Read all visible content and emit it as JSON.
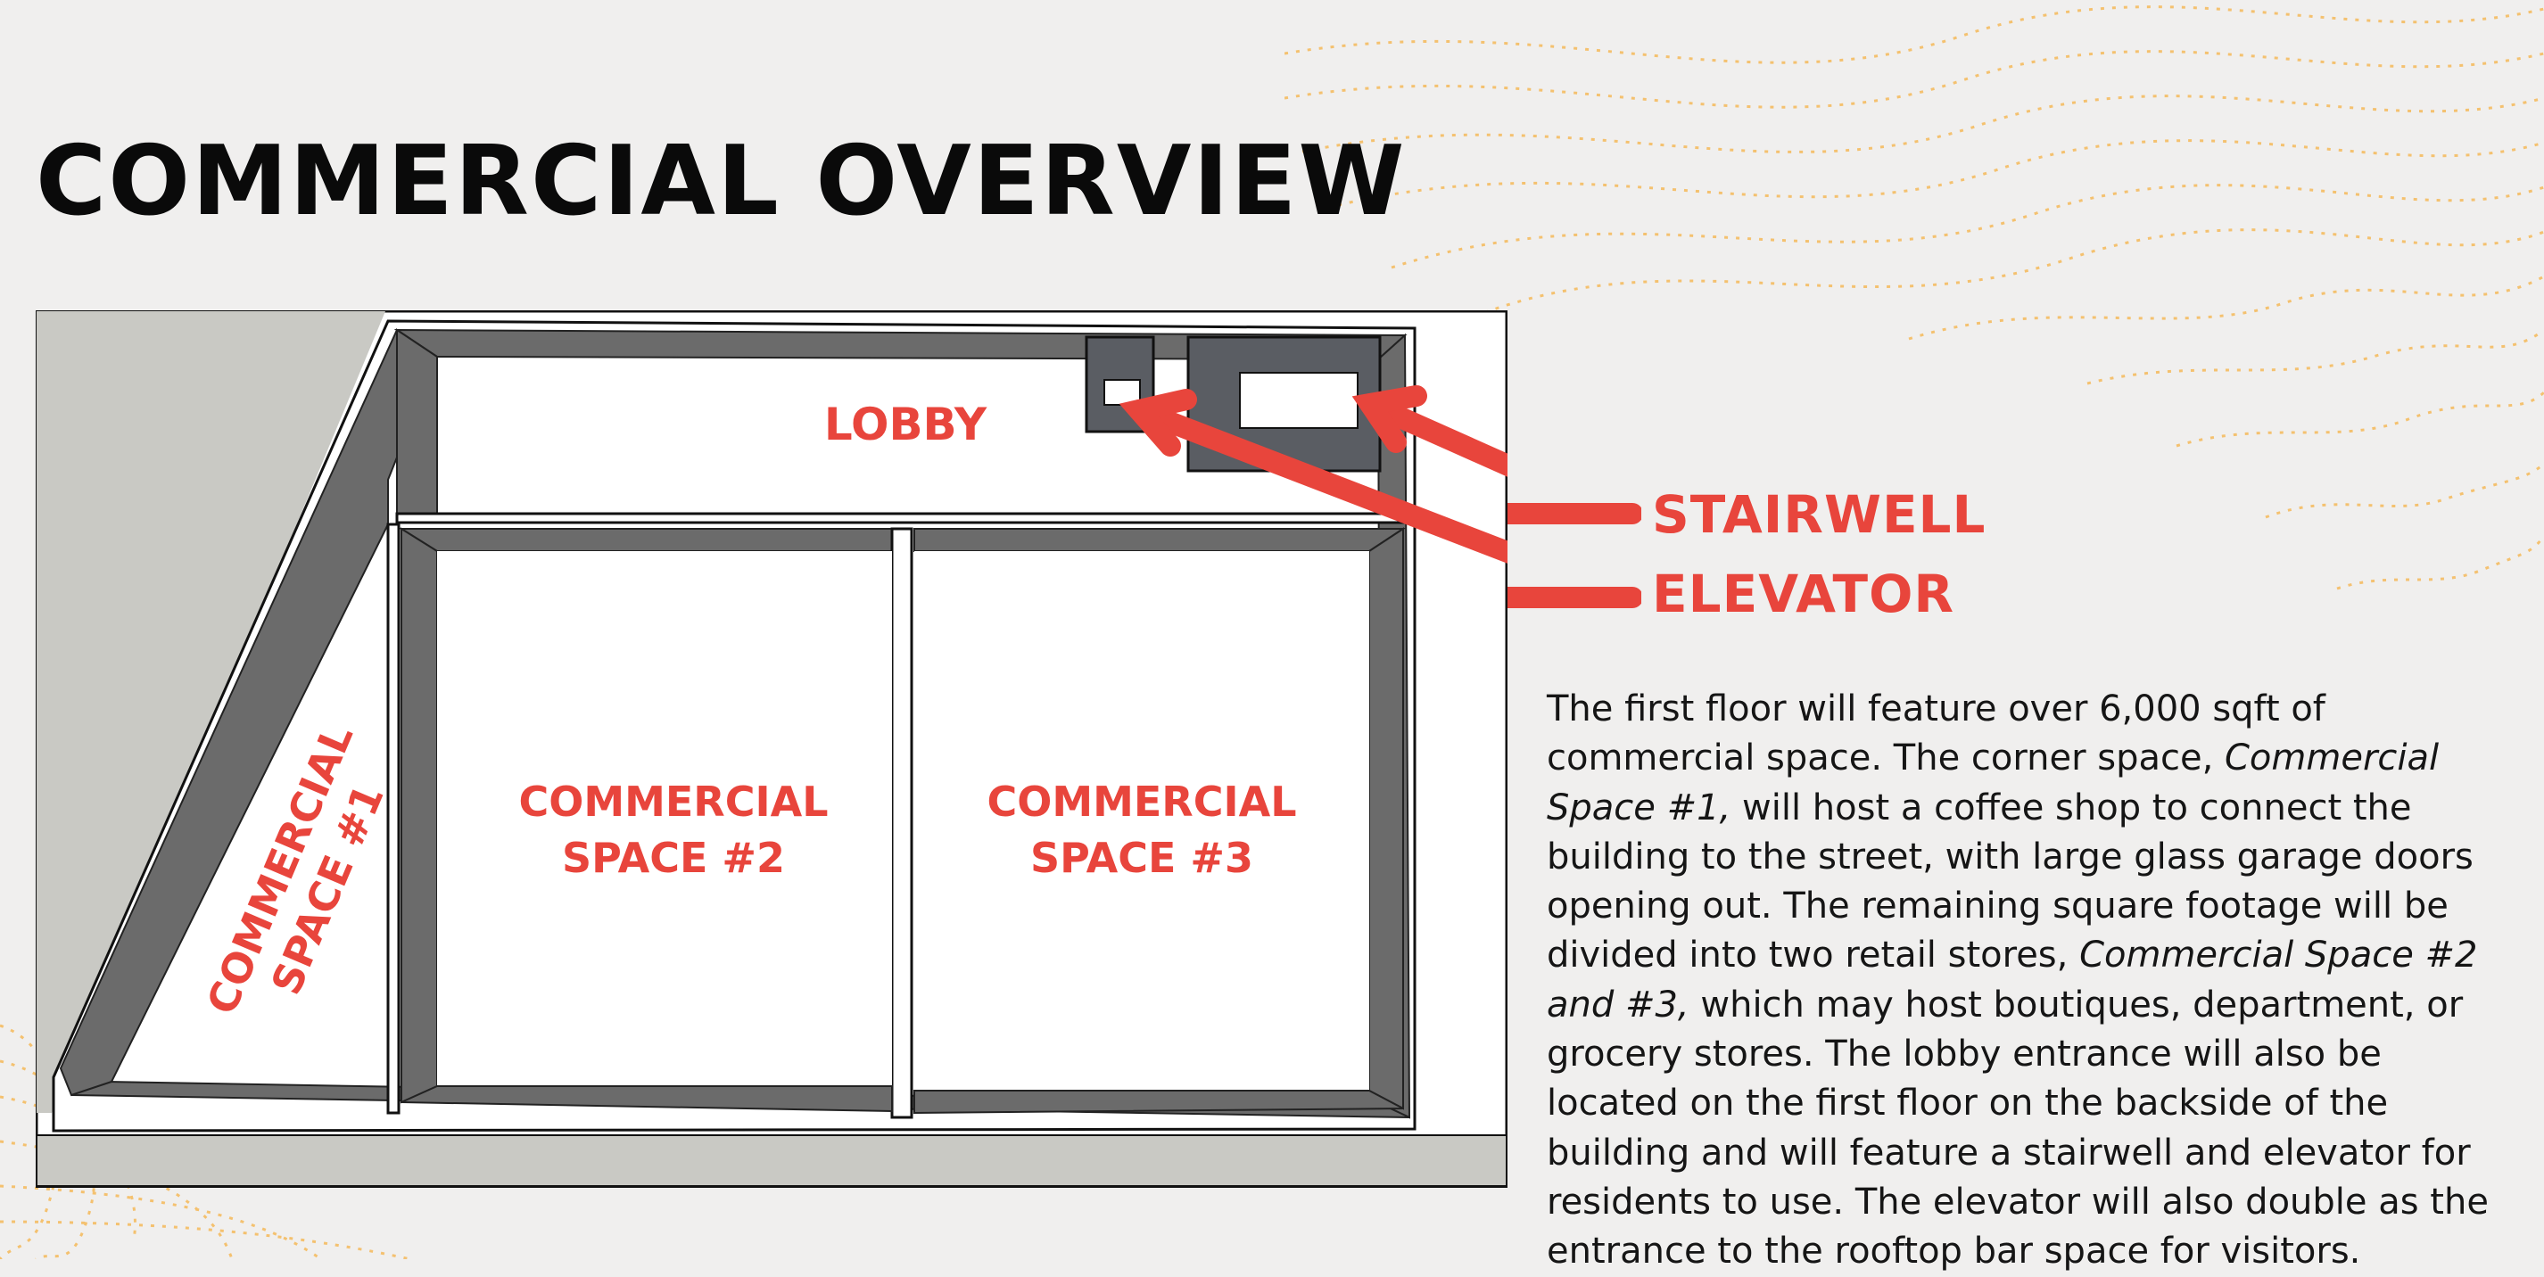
{
  "page": {
    "title": "COMMERCIAL OVERVIEW"
  },
  "plan": {
    "lobby_label": "LOBBY",
    "space1_line1": "COMMERCIAL",
    "space1_line2": "SPACE #1",
    "space2_line1": "COMMERCIAL",
    "space2_line2": "SPACE #2",
    "space3_line1": "COMMERCIAL",
    "space3_line2": "SPACE #3"
  },
  "callouts": {
    "stairwell": "STAIRWELL",
    "elevator": "ELEVATOR"
  },
  "description": {
    "part1": "The first floor will feature over 6,000 sqft of commercial space. The corner space, ",
    "italic1": "Commercial Space #1,",
    "part2": " will host a coffee shop to connect the building to the street, with large glass garage doors opening out. The remaining square footage will be divided into two retail stores, ",
    "italic2": "Commercial Space #2 and #3,",
    "part3": " which may host boutiques, department, or grocery stores. The lobby entrance will also be located on the first floor on the backside of the building and will feature a stairwell and elevator for residents to use. The elevator will also double as the entrance to the rooftop bar space for visitors."
  },
  "colors": {
    "accent": "#e8453c",
    "background": "#f0efee",
    "wall": "#6b6b6b",
    "decor": "#f5b95a"
  }
}
